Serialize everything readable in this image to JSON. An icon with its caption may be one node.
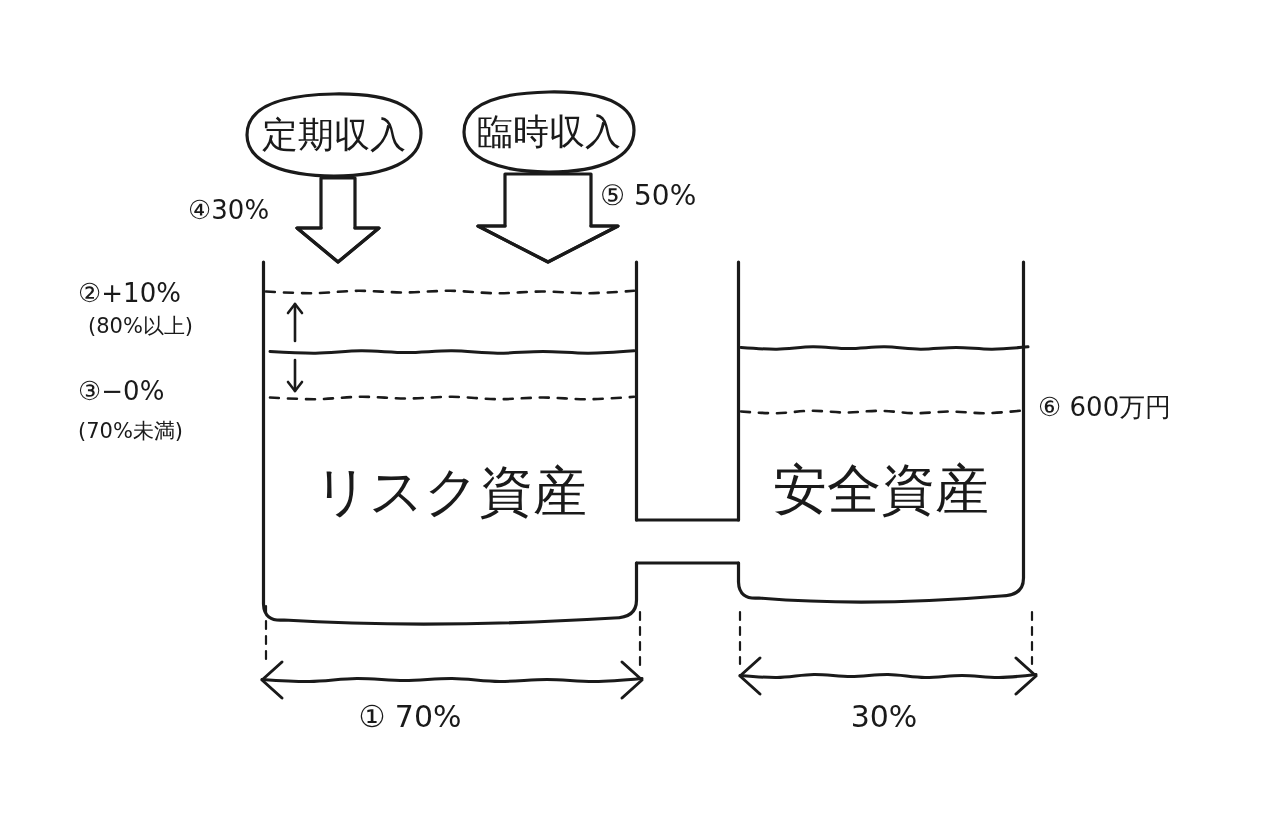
{
  "diagram": {
    "nodes": [
      {
        "text": [
          "定期収入"
        ]
      },
      {
        "text": [
          "臨時収入"
        ]
      },
      {
        "text": [
          "リスク資産"
        ]
      },
      {
        "text": [
          "安全資産"
        ]
      }
    ],
    "edges": [
      {
        "from": 0,
        "to": 2,
        "arrow": "to",
        "label": "④30%"
      },
      {
        "from": 1,
        "to": 2,
        "arrow": "to",
        "label": "⑤ 50%"
      },
      {
        "from": 2,
        "to": 3,
        "arrow": "none"
      }
    ],
    "labels": [
      "②+10%",
      "(80%以上)",
      "③−0%",
      "(70%未満)",
      "⑥ 600万円",
      "① 70%",
      "30%"
    ]
  }
}
